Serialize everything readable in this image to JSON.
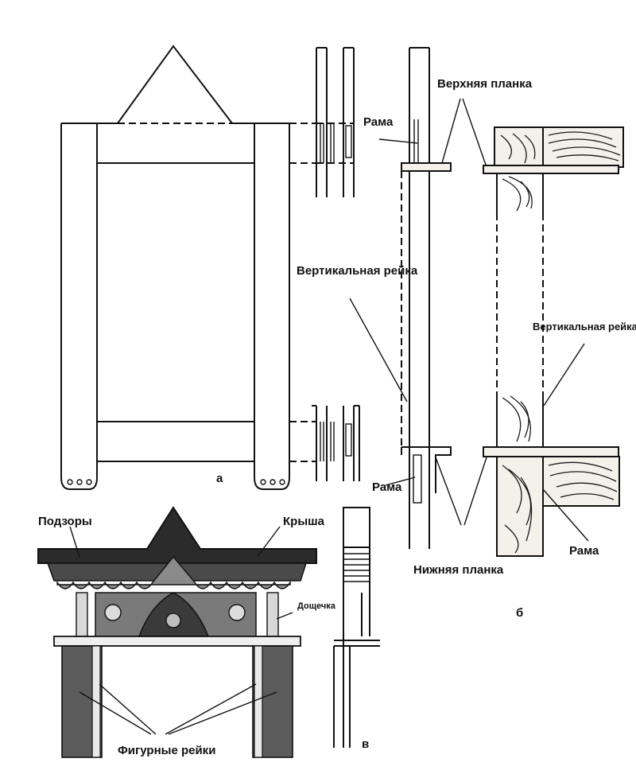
{
  "labels": {
    "verkhnyaya_planka": "Верхняя планка",
    "rama_top": "Рама",
    "vertikalnaya_reyka_mid": "Вертикальная рейка",
    "vertikalnaya_reyka_right": "Вертикальная рейка",
    "rama_bottom": "Рама",
    "rama_right": "Рама",
    "nizhnyaya_planka": "Нижняя планка",
    "podzory": "Подзоры",
    "krysha": "Крыша",
    "doshchechka": "Дощечка",
    "figurnye_reyki": "Фигурные рейки",
    "fig_a": "а",
    "fig_b": "б",
    "fig_v": "в"
  },
  "colors": {
    "ink": "#111111",
    "paper": "#ffffff",
    "carving": "#3a3a3a",
    "shade": "#6d6d6d"
  }
}
